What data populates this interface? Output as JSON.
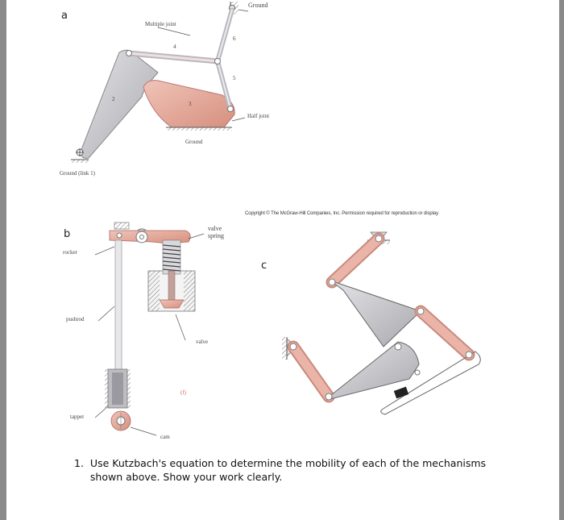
{
  "panels": {
    "a": {
      "letter": "a",
      "labels": {
        "ground_top": "Ground",
        "multiple_joint": "Multiple joint",
        "half_joint": "Half joint",
        "ground_mid": "Ground",
        "ground_link1": "Ground (link 1)",
        "link2": "2",
        "link3": "3",
        "link4": "4",
        "link5": "5",
        "link6": "6"
      }
    },
    "b": {
      "letter": "b",
      "labels": {
        "valve_spring": [
          "valve",
          "spring"
        ],
        "rocker": "rocker",
        "pushrod": "pushrod",
        "valve": "valve",
        "f_mark": "(f)",
        "tappet": "tappet",
        "cam": "cam"
      }
    },
    "c": {
      "letter": "c"
    }
  },
  "copyright": "Copyright © The McGraw-Hill Companies, Inc. Permission required for reproduction or display",
  "question": {
    "number": "1.",
    "lines": [
      "Use Kutzbach's equation to determine the mobility of each of the mechanisms",
      "shown above. Show your work clearly."
    ]
  },
  "colors": {
    "link_pink": "#e6a99a",
    "link_pink_dark": "#c07a6a",
    "link_gray": "#c8c8cc",
    "link_gray_dark": "#8f8f96",
    "ground_hatch": "#777777"
  }
}
